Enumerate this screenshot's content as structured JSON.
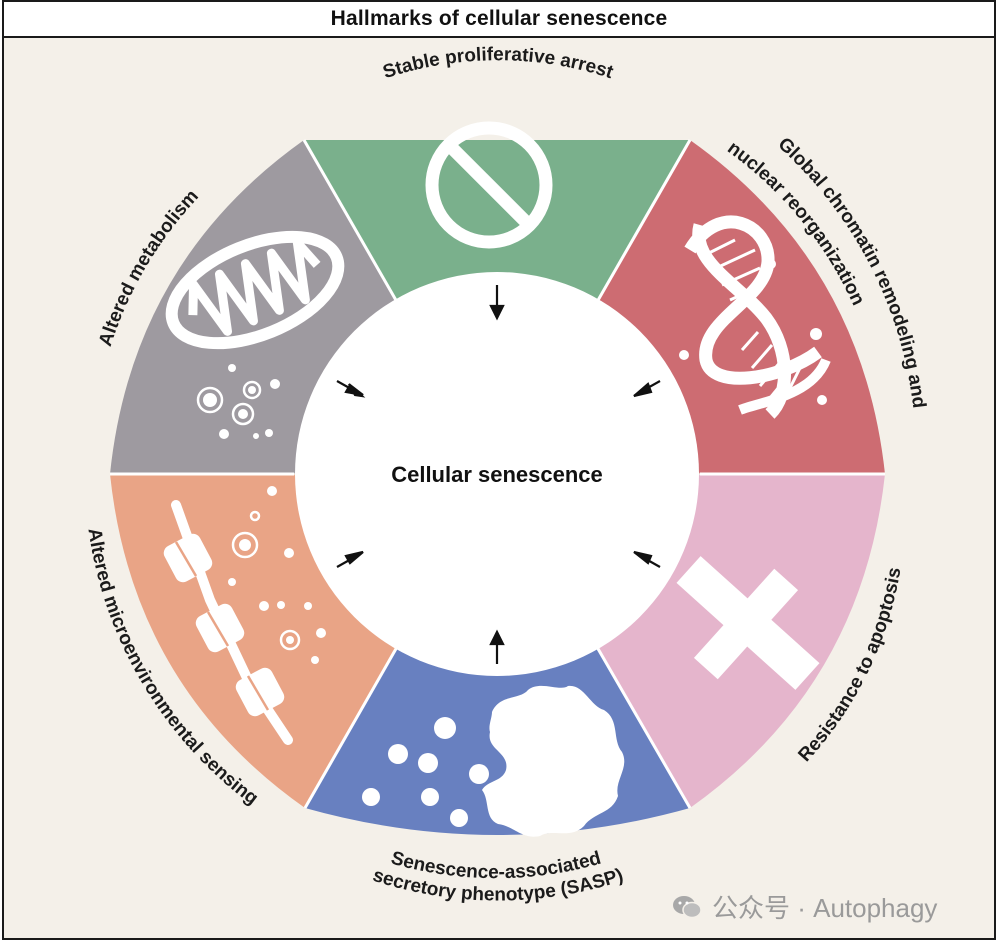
{
  "title": "Hallmarks of cellular senescence",
  "center_label": "Cellular senescence",
  "segments": [
    {
      "label": "Stable proliferative arrest",
      "color": "#7ab08c",
      "icon": "prohibition-icon"
    },
    {
      "label": "Global chromatin remodeling and nuclear reorganization",
      "label_lines": [
        "Global chromatin remodeling and",
        "nuclear reorganization"
      ],
      "color": "#cd6c72",
      "icon": "dna-helix-icon"
    },
    {
      "label": "Resistance to apoptosis",
      "color": "#e5b5cc",
      "icon": "cross-icon"
    },
    {
      "label": "Senescence-associated secretory phenotype (SASP)",
      "label_lines": [
        "Senescence-associated",
        "secretory phenotype (SASP)"
      ],
      "color": "#6880c0",
      "icon": "secreting-cell-icon"
    },
    {
      "label": "Altered microenvironmental sensing",
      "color": "#e9a486",
      "icon": "membrane-receptor-icon"
    },
    {
      "label": "Altered metabolism",
      "color": "#9e9aa0",
      "icon": "mitochondrion-icon"
    }
  ],
  "watermark": {
    "text": "公众号 · Autophagy",
    "icon": "wechat-icon"
  }
}
